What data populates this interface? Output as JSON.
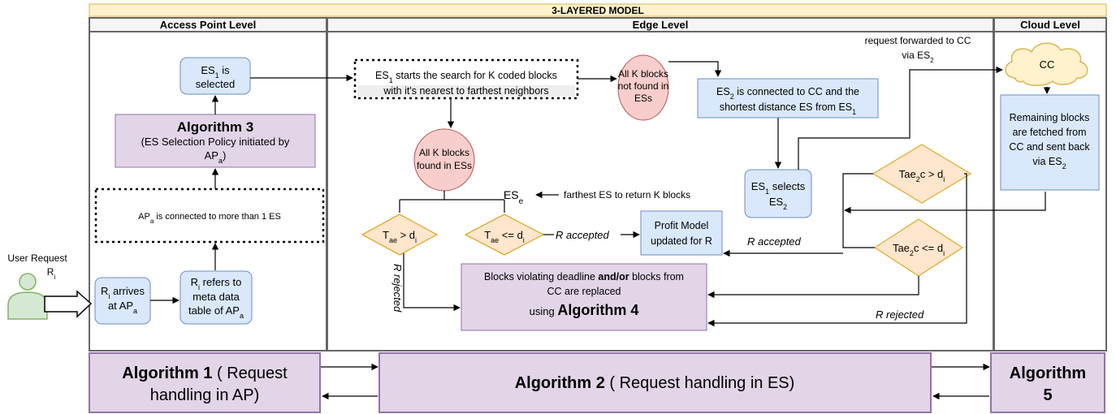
{
  "title": "3-LAYERED MODEL",
  "columns": {
    "access_point": "Access Point Level",
    "edge": "Edge Level",
    "cloud": "Cloud Level"
  },
  "user": {
    "line1": "User Request",
    "line2": "R",
    "sub": "i"
  },
  "ap_level": {
    "es1_selected": {
      "l1_pre": "ES",
      "l1_sub": "1",
      "l1_post": " is",
      "l2": "selected"
    },
    "algorithm3": {
      "title": "Algorithm 3",
      "line2": "(ES Selection Policy initiated by",
      "line3": "AP",
      "line3_sub": "a",
      "line4": ")"
    },
    "apa_connected": {
      "pre": "AP",
      "sub": "a",
      "post": " is connected to more than 1 ES"
    },
    "ri_arrives": {
      "l1_pre": "R",
      "l1_sub": "i",
      "l1_post": " arrives",
      "l2_pre": "at AP",
      "l2_sub": "a"
    },
    "ri_refers": {
      "l1_pre": "R",
      "l1_sub": "i",
      "l1_post": " refers to",
      "l2": "meta data",
      "l3_pre": "table of AP",
      "l3_sub": "a"
    }
  },
  "edge_level": {
    "es1_search": {
      "l1_pre": "ES",
      "l1_sub": "1",
      "l1_post": " starts the search for  K coded blocks",
      "l2": "with it's nearest to farthest neighbors"
    },
    "not_found": {
      "l1": "All K blocks",
      "l2": "not  found in",
      "l3": "ESs"
    },
    "es2_connected": {
      "l1_pre": "ES",
      "l1_sub": "2",
      "l1_post": " is connected to CC and the",
      "l2_pre": "shortest distance ES from ES",
      "l2_sub": "1"
    },
    "found": {
      "l1": "All K blocks",
      "l2": "found in ESs"
    },
    "ese": {
      "pre": "ES",
      "sub": "e"
    },
    "farthest_label": "farthest ES to return K blocks",
    "es1_selects": {
      "l1_pre": "ES",
      "l1_sub": "1",
      "l1_post": " selects",
      "l2_pre": "ES",
      "l2_sub": "2"
    },
    "tae_gt": {
      "pre": "T",
      "sub": "ae",
      "mid": " > d",
      "sub2": "i"
    },
    "tae_le": {
      "pre": "T",
      "sub": "ae",
      "mid": " <= d",
      "sub2": "i"
    },
    "r_accepted_1": "R accepted",
    "profit": {
      "l1": "Profit Model",
      "l2": "updated for R"
    },
    "tae2c_gt": {
      "pre": "Tae",
      "sub": "2",
      "post": "c > d",
      "sub2": "i"
    },
    "tae2c_le": {
      "pre": "Tae",
      "sub": "2",
      "post": "c <= d",
      "sub2": "i"
    },
    "r_accepted_2": "R accepted",
    "r_rejected_1": "R rejected",
    "r_rejected_2": "R rejected",
    "blocks_violating": {
      "l1_pre": "Blocks violating deadline ",
      "l1_bold": "and/or",
      "l1_post": " blocks from",
      "l2": "CC are replaced",
      "l3_pre": "using ",
      "l3_bold": "Algorithm 4"
    },
    "request_forwarded": {
      "l1": "request forwarded to CC",
      "l2_pre": "via ES",
      "l2_sub": "2"
    }
  },
  "cloud_level": {
    "cc": "CC",
    "remaining": {
      "l1": "Remaining blocks",
      "l2": "are fetched from",
      "l3": "CC and sent back",
      "l4_pre": "via ES",
      "l4_sub": "2"
    }
  },
  "bottom": {
    "alg1": {
      "bold": "Algorithm 1",
      "rest": " ( Request",
      "l2": "handling in AP)"
    },
    "alg2": {
      "bold": "Algorithm 2",
      "rest": " ( Request handling in ES)"
    },
    "alg5": {
      "l1": "Algorithm",
      "l2": "5"
    }
  },
  "colors": {
    "title_fill": "#fff2cc",
    "title_stroke": "#d6b656",
    "blue_fill": "#dae8fc",
    "blue_stroke": "#6c8ebf",
    "purple_fill": "#e1d5e7",
    "purple_stroke": "#9673a6",
    "red_fill": "#f8cecc",
    "red_stroke": "#b85450",
    "orange_fill": "#ffe6cc",
    "orange_stroke": "#d79b00",
    "green_fill": "#d5e8d4",
    "green_stroke": "#82b366",
    "header_fill": "#f5f5f5",
    "column_stroke": "#666666"
  }
}
